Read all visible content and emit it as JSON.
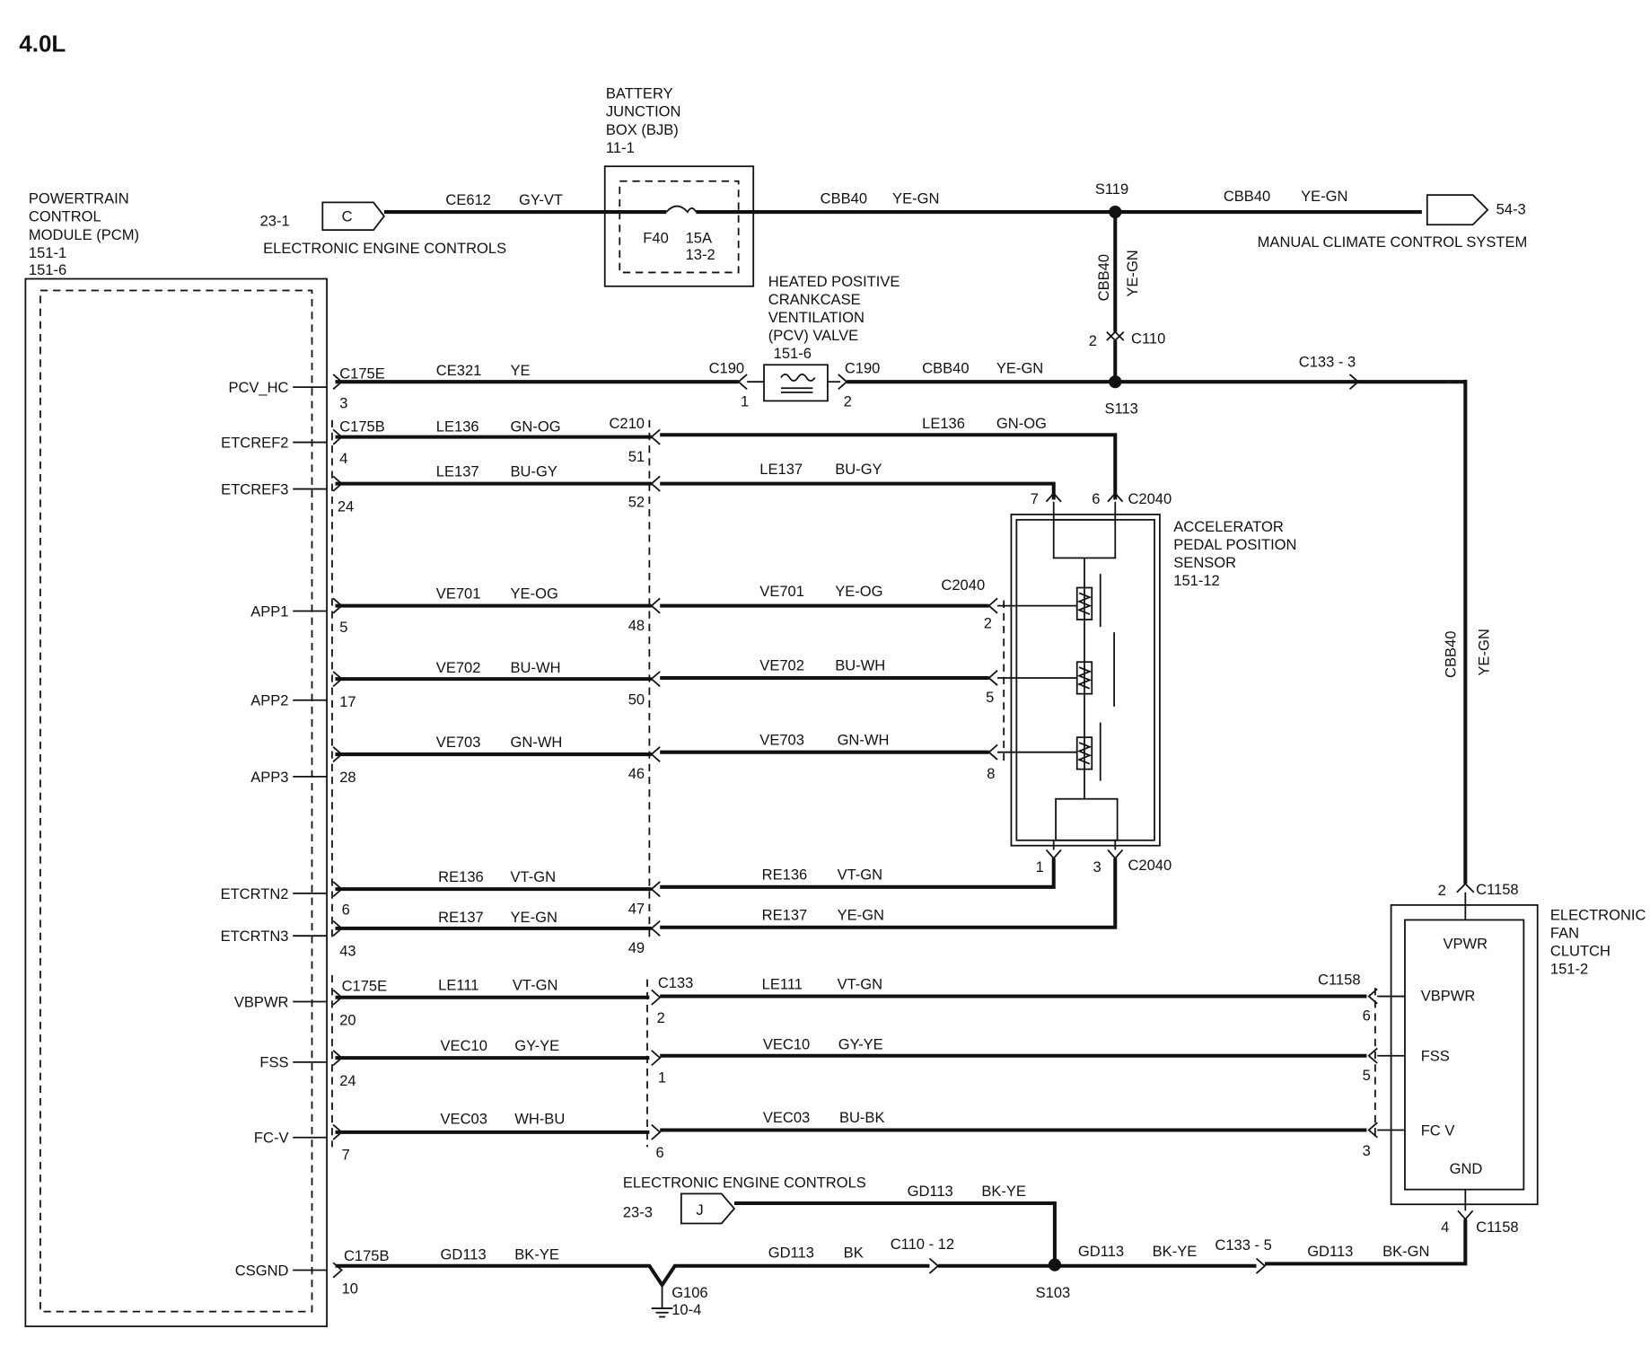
{
  "page": {
    "title": "4.0L"
  },
  "pcm": {
    "lines": [
      "POWERTRAIN",
      "CONTROL",
      "MODULE (PCM)",
      "151-1",
      "151-6"
    ],
    "pins": [
      {
        "name": "PCV_HC"
      },
      {
        "name": "ETCREF2"
      },
      {
        "name": "ETCREF3"
      },
      {
        "name": "APP1"
      },
      {
        "name": "APP2"
      },
      {
        "name": "APP3"
      },
      {
        "name": "ETCRTN2"
      },
      {
        "name": "ETCRTN3"
      },
      {
        "name": "VBPWR"
      },
      {
        "name": "FSS"
      },
      {
        "name": "FC-V"
      },
      {
        "name": "CSGND"
      }
    ]
  },
  "bjb": {
    "lines": [
      "BATTERY",
      "JUNCTION",
      "BOX (BJB)",
      "11-1"
    ],
    "fuse": "F40",
    "amps": "15A",
    "ref": "13-2"
  },
  "eec_top": {
    "ref": "23-1",
    "letter": "C",
    "label": "ELECTRONIC ENGINE CONTROLS"
  },
  "climate": {
    "ref": "54-3",
    "label": "MANUAL CLIMATE CONTROL SYSTEM"
  },
  "pcv_valve": {
    "lines": [
      "HEATED POSITIVE",
      "CRANKCASE",
      "VENTILATION",
      "(PCV) VALVE",
      "151-6"
    ]
  },
  "app_sensor": {
    "lines": [
      "ACCELERATOR",
      "PEDAL POSITION",
      "SENSOR",
      "151-12"
    ]
  },
  "fan_clutch": {
    "lines": [
      "ELECTRONIC",
      "FAN",
      "CLUTCH",
      "151-2"
    ],
    "pins": [
      "VPWR",
      "VBPWR",
      "FSS",
      "FC V",
      "GND"
    ]
  },
  "eec_bottom": {
    "ref": "23-3",
    "letter": "J",
    "label": "ELECTRONIC ENGINE CONTROLS"
  },
  "ground": {
    "name": "G106",
    "ref": "10-4"
  },
  "labels": [
    {
      "id": "top-w1",
      "text": "CE612"
    },
    {
      "id": "top-c1",
      "text": "GY-VT"
    },
    {
      "id": "top-w2",
      "text": "CBB40"
    },
    {
      "id": "top-c2",
      "text": "YE-GN"
    },
    {
      "id": "s119",
      "text": "S119"
    },
    {
      "id": "top-w3",
      "text": "CBB40"
    },
    {
      "id": "top-c3",
      "text": "YE-GN"
    },
    {
      "id": "vert1-w",
      "text": "CBB40"
    },
    {
      "id": "vert1-c",
      "text": "YE-GN"
    },
    {
      "id": "c110-pin",
      "text": "2"
    },
    {
      "id": "c110",
      "text": "C110"
    },
    {
      "id": "pcv-conn",
      "text": "C175E"
    },
    {
      "id": "pcv-pin",
      "text": "3"
    },
    {
      "id": "pcv-w1",
      "text": "CE321"
    },
    {
      "id": "pcv-c1",
      "text": "YE"
    },
    {
      "id": "c190-a",
      "text": "C190"
    },
    {
      "id": "c190-a-pin",
      "text": "1"
    },
    {
      "id": "c190-b",
      "text": "C190"
    },
    {
      "id": "c190-b-pin",
      "text": "2"
    },
    {
      "id": "pcv-w2",
      "text": "CBB40"
    },
    {
      "id": "pcv-c2",
      "text": "YE-GN"
    },
    {
      "id": "s113",
      "text": "S113"
    },
    {
      "id": "c133-3",
      "text": "C133  -  3"
    },
    {
      "id": "vert2-w",
      "text": "CBB40"
    },
    {
      "id": "vert2-c",
      "text": "YE-GN"
    },
    {
      "id": "r2-conn",
      "text": "C175B"
    },
    {
      "id": "r2-pin",
      "text": "4"
    },
    {
      "id": "r2-w1",
      "text": "LE136"
    },
    {
      "id": "r2-c1",
      "text": "GN-OG"
    },
    {
      "id": "c210",
      "text": "C210"
    },
    {
      "id": "r2-mid",
      "text": "51"
    },
    {
      "id": "r2-w2",
      "text": "LE136"
    },
    {
      "id": "r2-c2",
      "text": "GN-OG"
    },
    {
      "id": "r3-pin",
      "text": "24"
    },
    {
      "id": "r3-w1",
      "text": "LE137"
    },
    {
      "id": "r3-c1",
      "text": "BU-GY"
    },
    {
      "id": "r3-mid",
      "text": "52"
    },
    {
      "id": "r3-w2",
      "text": "LE137"
    },
    {
      "id": "r3-c2",
      "text": "BU-GY"
    },
    {
      "id": "c2040-7",
      "text": "7"
    },
    {
      "id": "c2040-6",
      "text": "6"
    },
    {
      "id": "c2040-top",
      "text": "C2040"
    },
    {
      "id": "r4-pin",
      "text": "5"
    },
    {
      "id": "r4-w1",
      "text": "VE701"
    },
    {
      "id": "r4-c1",
      "text": "YE-OG"
    },
    {
      "id": "r4-mid",
      "text": "48"
    },
    {
      "id": "r4-w2",
      "text": "VE701"
    },
    {
      "id": "r4-c2",
      "text": "YE-OG"
    },
    {
      "id": "c2040-mid",
      "text": "C2040"
    },
    {
      "id": "r4-end",
      "text": "2"
    },
    {
      "id": "r5-pin",
      "text": "17"
    },
    {
      "id": "r5-w1",
      "text": "VE702"
    },
    {
      "id": "r5-c1",
      "text": "BU-WH"
    },
    {
      "id": "r5-mid",
      "text": "50"
    },
    {
      "id": "r5-w2",
      "text": "VE702"
    },
    {
      "id": "r5-c2",
      "text": "BU-WH"
    },
    {
      "id": "r5-end",
      "text": "5"
    },
    {
      "id": "r6-pin",
      "text": "28"
    },
    {
      "id": "r6-w1",
      "text": "VE703"
    },
    {
      "id": "r6-c1",
      "text": "GN-WH"
    },
    {
      "id": "r6-mid",
      "text": "46"
    },
    {
      "id": "r6-w2",
      "text": "VE703"
    },
    {
      "id": "r6-c2",
      "text": "GN-WH"
    },
    {
      "id": "r6-end",
      "text": "8"
    },
    {
      "id": "c2040-1",
      "text": "1"
    },
    {
      "id": "c2040-3",
      "text": "3"
    },
    {
      "id": "c2040-bot",
      "text": "C2040"
    },
    {
      "id": "r7-pin",
      "text": "6"
    },
    {
      "id": "r7-w1",
      "text": "RE136"
    },
    {
      "id": "r7-c1",
      "text": "VT-GN"
    },
    {
      "id": "r7-mid",
      "text": "47"
    },
    {
      "id": "r7-w2",
      "text": "RE136"
    },
    {
      "id": "r7-c2",
      "text": "VT-GN"
    },
    {
      "id": "r8-pin",
      "text": "43"
    },
    {
      "id": "r8-w1",
      "text": "RE137"
    },
    {
      "id": "r8-c1",
      "text": "YE-GN"
    },
    {
      "id": "r8-mid",
      "text": "49"
    },
    {
      "id": "r8-w2",
      "text": "RE137"
    },
    {
      "id": "r8-c2",
      "text": "YE-GN"
    },
    {
      "id": "c1158-top-pin",
      "text": "2"
    },
    {
      "id": "c1158-top",
      "text": "C1158"
    },
    {
      "id": "r9-conn",
      "text": "C175E"
    },
    {
      "id": "r9-pin",
      "text": "20"
    },
    {
      "id": "r9-w1",
      "text": "LE111"
    },
    {
      "id": "r9-c1",
      "text": "VT-GN"
    },
    {
      "id": "c133",
      "text": "C133"
    },
    {
      "id": "r9-mid",
      "text": "2"
    },
    {
      "id": "r9-w2",
      "text": "LE111"
    },
    {
      "id": "r9-c2",
      "text": "VT-GN"
    },
    {
      "id": "c1158-mid",
      "text": "C1158"
    },
    {
      "id": "r9-end",
      "text": "6"
    },
    {
      "id": "r10-pin",
      "text": "24"
    },
    {
      "id": "r10-w1",
      "text": "VEC10"
    },
    {
      "id": "r10-c1",
      "text": "GY-YE"
    },
    {
      "id": "r10-mid",
      "text": "1"
    },
    {
      "id": "r10-w2",
      "text": "VEC10"
    },
    {
      "id": "r10-c2",
      "text": "GY-YE"
    },
    {
      "id": "r10-end",
      "text": "5"
    },
    {
      "id": "r11-pin",
      "text": "7"
    },
    {
      "id": "r11-w1",
      "text": "VEC03"
    },
    {
      "id": "r11-c1",
      "text": "WH-BU"
    },
    {
      "id": "r11-mid",
      "text": "6"
    },
    {
      "id": "r11-w2",
      "text": "VEC03"
    },
    {
      "id": "r11-c2",
      "text": "BU-BK"
    },
    {
      "id": "r11-end",
      "text": "3"
    },
    {
      "id": "j-w",
      "text": "GD113"
    },
    {
      "id": "j-c",
      "text": "BK-YE"
    },
    {
      "id": "c1158-bot-pin",
      "text": "4"
    },
    {
      "id": "c1158-bot",
      "text": "C1158"
    },
    {
      "id": "r12-conn",
      "text": "C175B"
    },
    {
      "id": "r12-pin",
      "text": "10"
    },
    {
      "id": "r12-w1",
      "text": "GD113"
    },
    {
      "id": "r12-c1",
      "text": "BK-YE"
    },
    {
      "id": "r12-w2",
      "text": "GD113"
    },
    {
      "id": "r12-c2",
      "text": "BK"
    },
    {
      "id": "c110-12",
      "text": "C110  -  12"
    },
    {
      "id": "s103",
      "text": "S103"
    },
    {
      "id": "r12-w3",
      "text": "GD113"
    },
    {
      "id": "r12-c3",
      "text": "BK-YE"
    },
    {
      "id": "c133-5",
      "text": "C133  -  5"
    },
    {
      "id": "r12-w4",
      "text": "GD113"
    },
    {
      "id": "r12-c4",
      "text": "BK-GN"
    }
  ]
}
